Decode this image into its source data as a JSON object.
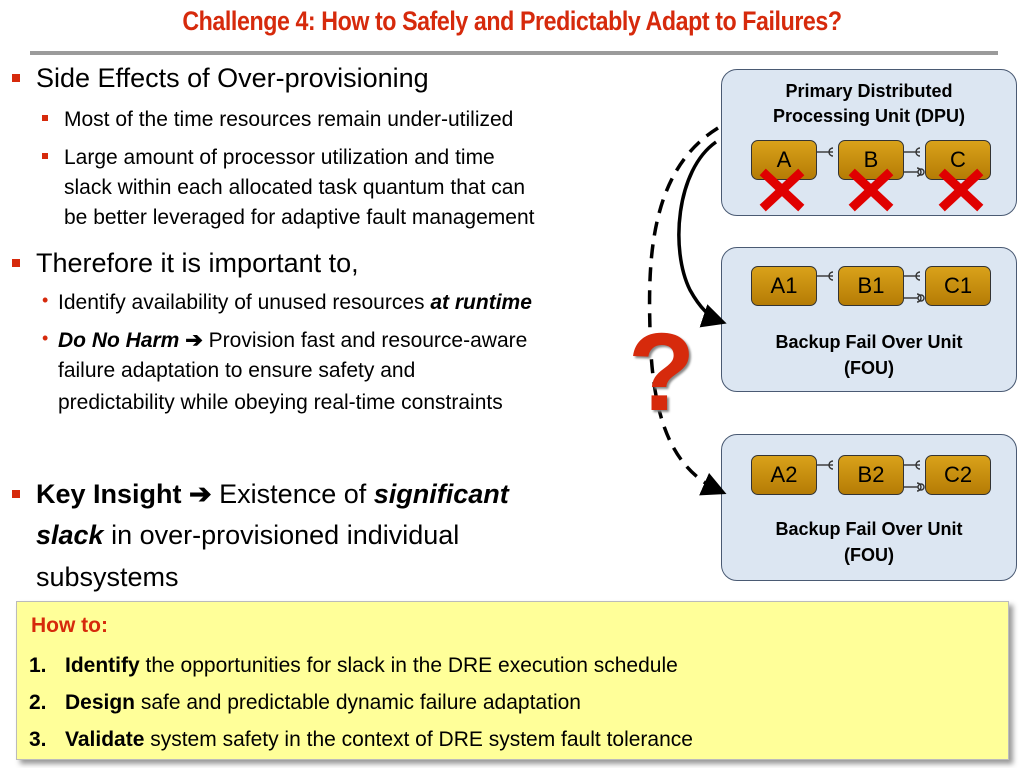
{
  "title": "Challenge 4: How to Safely and Predictably Adapt to Failures?",
  "bullets": {
    "b1": "Side Effects of Over-provisioning",
    "b1_1": "Most of the time resources remain under-utilized",
    "b1_2_l1": "Large amount of processor utilization and time",
    "b1_2_l2": "slack within each allocated task quantum that can",
    "b1_2_l3": "be better leveraged for adaptive fault management",
    "b2": "Therefore it is important to,",
    "b2_1_a": "Identify availability of unused resources ",
    "b2_1_b": "at runtime",
    "b2_2_a": "Do No Harm",
    "b2_2_b": " Provision fast and resource-aware",
    "b2_2_l2": "failure adaptation to ensure safety and",
    "b2_2_l3": "predictability while obeying real-time constraints",
    "b3_a": "Key Insight",
    "b3_b": " Existence of ",
    "b3_c": "significant",
    "b3_d": "slack",
    "b3_e": " in over-provisioned individual",
    "b3_l3": "subsystems"
  },
  "arrow_glyph": "➔",
  "diagram": {
    "primary_l1": "Primary Distributed",
    "primary_l2": "Processing Unit (DPU)",
    "primary_nodes": [
      "A",
      "B",
      "C"
    ],
    "backup1_nodes": [
      "A1",
      "B1",
      "C1"
    ],
    "backup2_nodes": [
      "A2",
      "B2",
      "C2"
    ],
    "backup_l1": "Backup Fail Over Unit",
    "backup_l2": "(FOU)",
    "question": "?"
  },
  "howto": {
    "heading": "How to:",
    "items": [
      {
        "num": "1.",
        "bold": "Identify",
        "rest": " the opportunities for slack in the DRE execution schedule"
      },
      {
        "num": "2.",
        "bold": "Design",
        "rest": " safe and predictable dynamic failure adaptation"
      },
      {
        "num": "3.",
        "bold": "Validate",
        "rest": " system safety in the context of DRE system fault tolerance"
      }
    ]
  },
  "colors": {
    "accent": "#d62a0c",
    "panel": "#dce6f2",
    "node": "#c8900f",
    "howto_bg": "#ffff99"
  }
}
